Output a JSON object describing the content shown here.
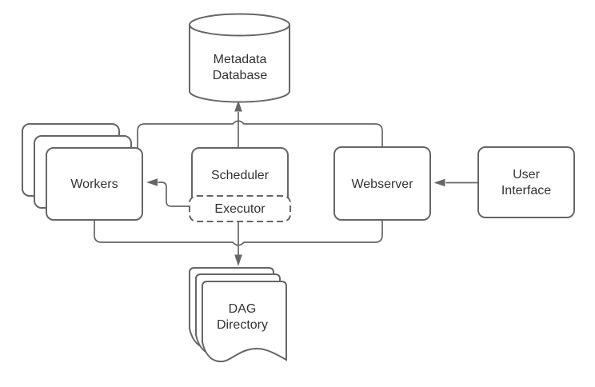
{
  "diagram": {
    "description": "Airflow-style architecture diagram",
    "colors": {
      "stroke": "#666666",
      "text": "#333333",
      "background": "#ffffff"
    },
    "nodes": {
      "metadata_database": {
        "shape": "cylinder",
        "line1": "Metadata",
        "line2": "Database"
      },
      "workers": {
        "shape": "stacked-rounded-boxes",
        "count": 3,
        "label": "Workers"
      },
      "scheduler": {
        "shape": "rounded-box",
        "label": "Scheduler"
      },
      "executor": {
        "shape": "dashed-rounded-box",
        "label": "Executor"
      },
      "webserver": {
        "shape": "rounded-box",
        "label": "Webserver"
      },
      "user_interface": {
        "shape": "rounded-box",
        "line1": "User",
        "line2": "Interface"
      },
      "dag_directory": {
        "shape": "stacked-documents",
        "count": 3,
        "line1": "DAG",
        "line2": "Directory"
      }
    },
    "edges": [
      {
        "name": "top-bus",
        "connects": [
          "workers",
          "scheduler",
          "webserver"
        ],
        "to": "metadata_database",
        "arrow": "filled triangle into metadata_database"
      },
      {
        "name": "executor-to-workers",
        "from": "executor",
        "to": "workers",
        "arrow": "filled triangle into workers"
      },
      {
        "name": "user-interface-to-webserver",
        "from": "user_interface",
        "to": "webserver",
        "arrow": "filled triangle into webserver"
      },
      {
        "name": "bottom-bus",
        "connects": [
          "workers",
          "executor",
          "webserver"
        ],
        "to": "dag_directory",
        "arrow": "filled triangle into dag_directory"
      }
    ]
  }
}
